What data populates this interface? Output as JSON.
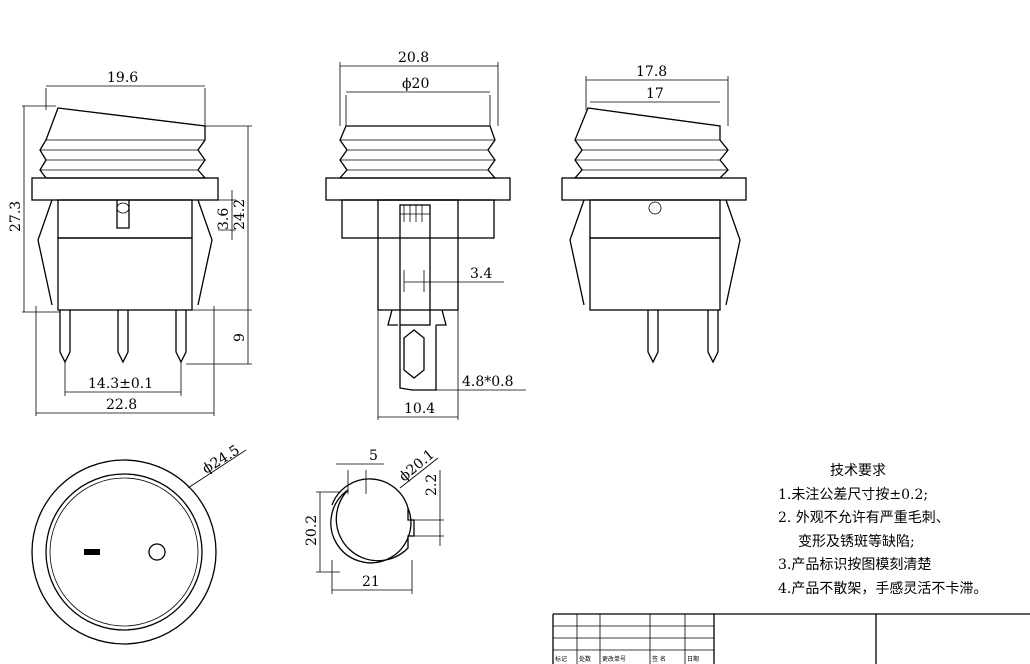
{
  "dimensions": {
    "front_width": "19.6",
    "front_height": "27.3",
    "front_body_height": "24.2",
    "front_offset": "3.6",
    "pin_length": "9",
    "pin_spacing": "14.3±0.1",
    "flange_width": "22.8",
    "side_width": "20.8",
    "side_diameter": "ϕ20",
    "terminal_width": "3.4",
    "terminal_size": "4.8*0.8",
    "base_width": "10.4",
    "right_width_outer": "17.8",
    "right_width_inner": "17",
    "top_diameter": "ϕ24.5",
    "cutout_key": "5",
    "cutout_diameter": "ϕ20.1",
    "cutout_notch": "2.2",
    "cutout_height": "20.2",
    "cutout_width": "21"
  },
  "notes": {
    "title": "技术要求",
    "items": [
      "1.未注公差尺寸按±0.2;",
      "2. 外观不允许有严重毛刺、",
      "变形及锈斑等缺陷;",
      "3.产品标识按图模刻清楚",
      "4.产品不散架，手感灵活不卡滞。"
    ]
  },
  "title_block": {
    "cells": [
      "标记",
      "处数",
      "更改单号",
      "签 名",
      "日期"
    ]
  }
}
